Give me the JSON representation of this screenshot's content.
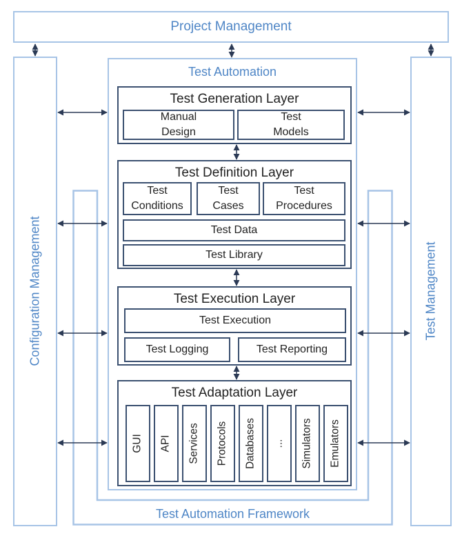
{
  "project_management": "Project Management",
  "test_automation": "Test Automation",
  "test_automation_framework": "Test Automation Framework",
  "configuration_management": "Configuration Management",
  "test_management": "Test Management",
  "generation": {
    "title": "Test Generation Layer",
    "manual_design_1": "Manual",
    "manual_design_2": "Design",
    "test_models_1": "Test",
    "test_models_2": "Models"
  },
  "definition": {
    "title": "Test Definition Layer",
    "conditions_1": "Test",
    "conditions_2": "Conditions",
    "cases_1": "Test",
    "cases_2": "Cases",
    "procedures_1": "Test",
    "procedures_2": "Procedures",
    "data": "Test Data",
    "library": "Test Library"
  },
  "execution": {
    "title": "Test Execution Layer",
    "execution": "Test Execution",
    "logging": "Test Logging",
    "reporting": "Test Reporting"
  },
  "adaptation": {
    "title": "Test Adaptation Layer",
    "items": [
      "GUI",
      "API",
      "Services",
      "Protocols",
      "Databases",
      "...",
      "Simulators",
      "Emulators"
    ]
  },
  "colors": {
    "outer": "#a7c4e6",
    "outer_text": "#4f86c6",
    "layer": "#3b5070",
    "arrow": "#2b3a55"
  }
}
